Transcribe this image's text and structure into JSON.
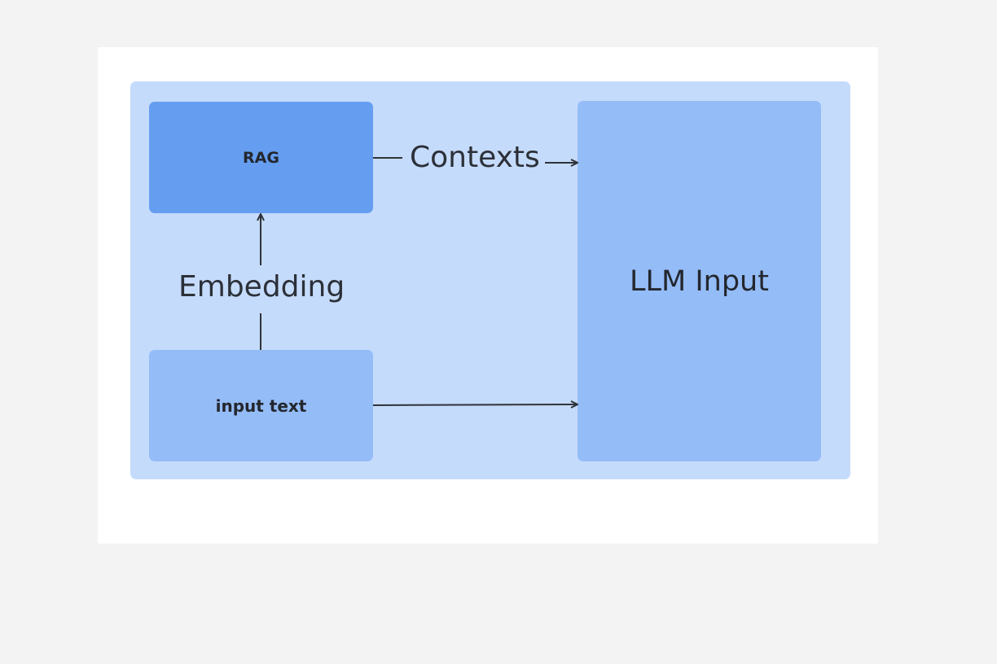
{
  "diagram": {
    "nodes": {
      "rag": "RAG",
      "input_text": "input text",
      "llm_input": "LLM Input"
    },
    "edges": {
      "contexts": "Contexts",
      "embedding": "Embedding"
    },
    "colors": {
      "background": "#f3f3f3",
      "canvas": "#ffffff",
      "panel": "#c5dbfc",
      "rag_box": "#659ef0",
      "light_box": "#94bcf7",
      "text": "#23272e",
      "arrow": "#2f3338"
    }
  }
}
